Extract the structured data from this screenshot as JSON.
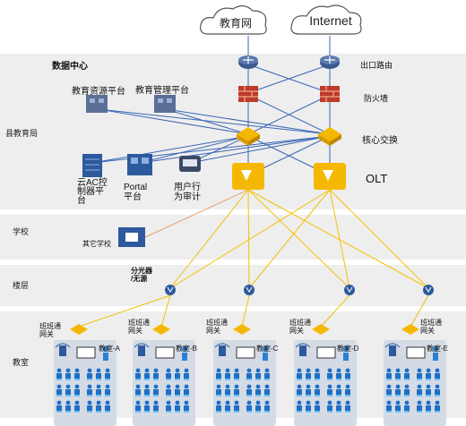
{
  "clouds": {
    "edu_net": "教育网",
    "internet": "Internet"
  },
  "layers": {
    "data_center": "数据中心",
    "county": "县教育局",
    "school": "学校",
    "floor": "楼层",
    "classroom": "教室"
  },
  "devices": {
    "exit_router": "出口路由",
    "firewall": "防火墙",
    "core_switch": "核心交换",
    "olt": "OLT",
    "edu_resource": "教育资源平台",
    "edu_manage": "教育管理平台",
    "ac_control": [
      "云AC控",
      "制器平",
      "台"
    ],
    "portal": [
      "Portal",
      "平台"
    ],
    "audit": [
      "用户行",
      "为审计"
    ],
    "other_school": "其它学校",
    "splitter": [
      "分光器",
      "/无源"
    ],
    "gateway": [
      "班班通",
      "网关"
    ]
  },
  "classrooms": [
    "教室-A",
    "教室-B",
    "教室-C",
    "教室-D",
    "教室-E"
  ],
  "colors": {
    "band": "#eeeeee",
    "router": "#3a5a8c",
    "firewall": "#c0392b",
    "core": "#f5b800",
    "fiber": "#f2c200",
    "link": "#3b66b5",
    "other_link": "#e8a06a"
  }
}
